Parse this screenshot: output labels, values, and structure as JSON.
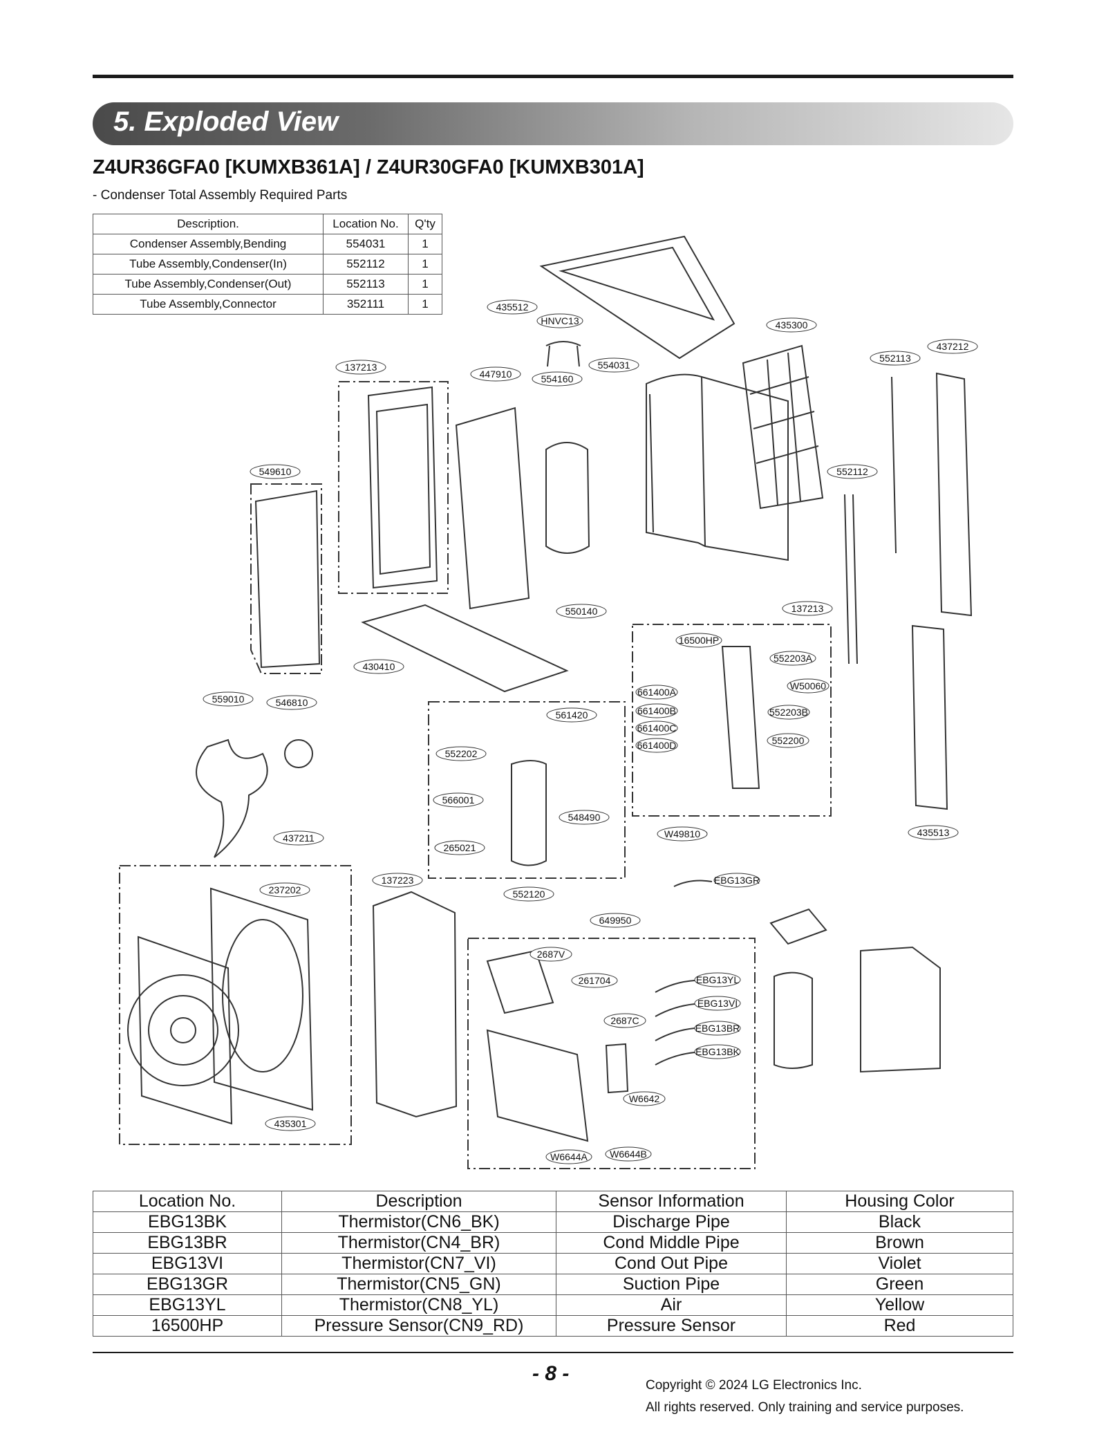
{
  "header": {
    "section_title": "5. Exploded View",
    "model_title": "Z4UR36GFA0 [KUMXB361A] / Z4UR30GFA0 [KUMXB301A]",
    "subheading": "- Condenser Total Assembly Required Parts"
  },
  "required_parts": {
    "columns": [
      "Description.",
      "Location No.",
      "Q'ty"
    ],
    "rows": [
      [
        "Condenser Assembly,Bending",
        "554031",
        "1"
      ],
      [
        "Tube Assembly,Condenser(In)",
        "552112",
        "1"
      ],
      [
        "Tube Assembly,Condenser(Out)",
        "552113",
        "1"
      ],
      [
        "Tube Assembly,Connector",
        "352111",
        "1"
      ]
    ]
  },
  "callouts": [
    "435512",
    "HNVC13",
    "435300",
    "437212",
    "552113",
    "137213",
    "447910",
    "554160",
    "554031",
    "549610",
    "552112",
    "550140",
    "137213",
    "16500HP",
    "552203A",
    "W50060",
    "661400A",
    "661400B",
    "552203B",
    "661400C",
    "661400D",
    "552200",
    "430410",
    "559010",
    "546810",
    "561420",
    "552202",
    "566001",
    "548490",
    "W49810",
    "435513",
    "437211",
    "265021",
    "137223",
    "237202",
    "552120",
    "EBG13GR",
    "649950",
    "2687V",
    "261704",
    "EBG13YL",
    "EBG13VI",
    "2687C",
    "EBG13BR",
    "EBG13BK",
    "W6642",
    "435301",
    "W6644A",
    "W6644B"
  ],
  "sensor_table": {
    "columns": [
      "Location No.",
      "Description",
      "Sensor Information",
      "Housing Color"
    ],
    "rows": [
      [
        "EBG13BK",
        "Thermistor(CN6_BK)",
        "Discharge Pipe",
        "Black"
      ],
      [
        "EBG13BR",
        "Thermistor(CN4_BR)",
        "Cond Middle Pipe",
        "Brown"
      ],
      [
        "EBG13VI",
        "Thermistor(CN7_VI)",
        "Cond Out Pipe",
        "Violet"
      ],
      [
        "EBG13GR",
        "Thermistor(CN5_GN)",
        "Suction Pipe",
        "Green"
      ],
      [
        "EBG13YL",
        "Thermistor(CN8_YL)",
        "Air",
        "Yellow"
      ],
      [
        "16500HP",
        "Pressure Sensor(CN9_RD)",
        "Pressure Sensor",
        "Red"
      ]
    ]
  },
  "footer": {
    "page_number": "- 8 -",
    "copyright": "Copyright © 2024 LG Electronics Inc.",
    "rights": "All rights reserved. Only training and service purposes."
  }
}
